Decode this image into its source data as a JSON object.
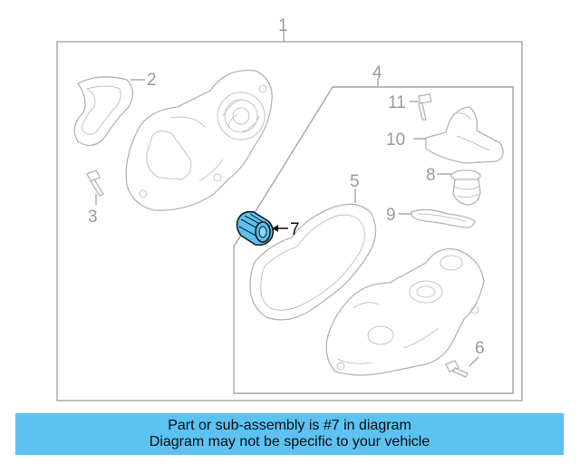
{
  "diagram": {
    "callouts": [
      "1",
      "2",
      "3",
      "4",
      "5",
      "6",
      "7",
      "8",
      "9",
      "10",
      "11"
    ],
    "highlighted_part": "7",
    "highlight_color": "#5bc2f2"
  },
  "banner": {
    "line1": "Part or sub-assembly is #7 in diagram",
    "line2": "Diagram may not be specific to your vehicle",
    "background": "#5bc2f2"
  }
}
